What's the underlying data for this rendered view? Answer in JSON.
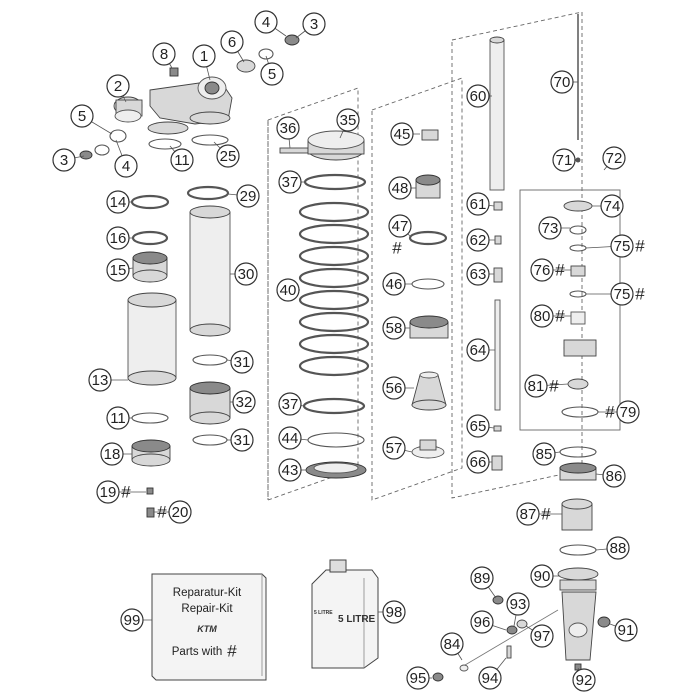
{
  "kit_box": {
    "line1": "Reparatur-Kit",
    "line2": "Repair-Kit",
    "brand": "KTM",
    "line3": "Parts with",
    "hash": "#"
  },
  "oil_can": {
    "label": "5 LITRE",
    "small_label": "5 LITRE"
  },
  "hash_symbol": "#",
  "callouts": [
    {
      "n": "1"
    },
    {
      "n": "2"
    },
    {
      "n": "3"
    },
    {
      "n": "3"
    },
    {
      "n": "4"
    },
    {
      "n": "4"
    },
    {
      "n": "5"
    },
    {
      "n": "5"
    },
    {
      "n": "6"
    },
    {
      "n": "8"
    },
    {
      "n": "11"
    },
    {
      "n": "11"
    },
    {
      "n": "13"
    },
    {
      "n": "14"
    },
    {
      "n": "15"
    },
    {
      "n": "16"
    },
    {
      "n": "18"
    },
    {
      "n": "19",
      "hash": true
    },
    {
      "n": "20",
      "hash": true
    },
    {
      "n": "25"
    },
    {
      "n": "29"
    },
    {
      "n": "30"
    },
    {
      "n": "31"
    },
    {
      "n": "31"
    },
    {
      "n": "32"
    },
    {
      "n": "35"
    },
    {
      "n": "36"
    },
    {
      "n": "37"
    },
    {
      "n": "37"
    },
    {
      "n": "40"
    },
    {
      "n": "43"
    },
    {
      "n": "44"
    },
    {
      "n": "45"
    },
    {
      "n": "46"
    },
    {
      "n": "47",
      "hash": true
    },
    {
      "n": "48"
    },
    {
      "n": "56"
    },
    {
      "n": "57"
    },
    {
      "n": "58"
    },
    {
      "n": "60"
    },
    {
      "n": "61"
    },
    {
      "n": "62"
    },
    {
      "n": "63"
    },
    {
      "n": "64"
    },
    {
      "n": "65"
    },
    {
      "n": "66"
    },
    {
      "n": "70"
    },
    {
      "n": "71"
    },
    {
      "n": "72"
    },
    {
      "n": "73"
    },
    {
      "n": "74"
    },
    {
      "n": "75",
      "hash": true
    },
    {
      "n": "75",
      "hash": true
    },
    {
      "n": "76",
      "hash": true
    },
    {
      "n": "79",
      "hash": true
    },
    {
      "n": "80",
      "hash": true
    },
    {
      "n": "81",
      "hash": true
    },
    {
      "n": "84"
    },
    {
      "n": "85"
    },
    {
      "n": "86"
    },
    {
      "n": "87",
      "hash": true
    },
    {
      "n": "88"
    },
    {
      "n": "89"
    },
    {
      "n": "90"
    },
    {
      "n": "91"
    },
    {
      "n": "92"
    },
    {
      "n": "93"
    },
    {
      "n": "94"
    },
    {
      "n": "95"
    },
    {
      "n": "96"
    },
    {
      "n": "97"
    },
    {
      "n": "98"
    },
    {
      "n": "99"
    }
  ]
}
